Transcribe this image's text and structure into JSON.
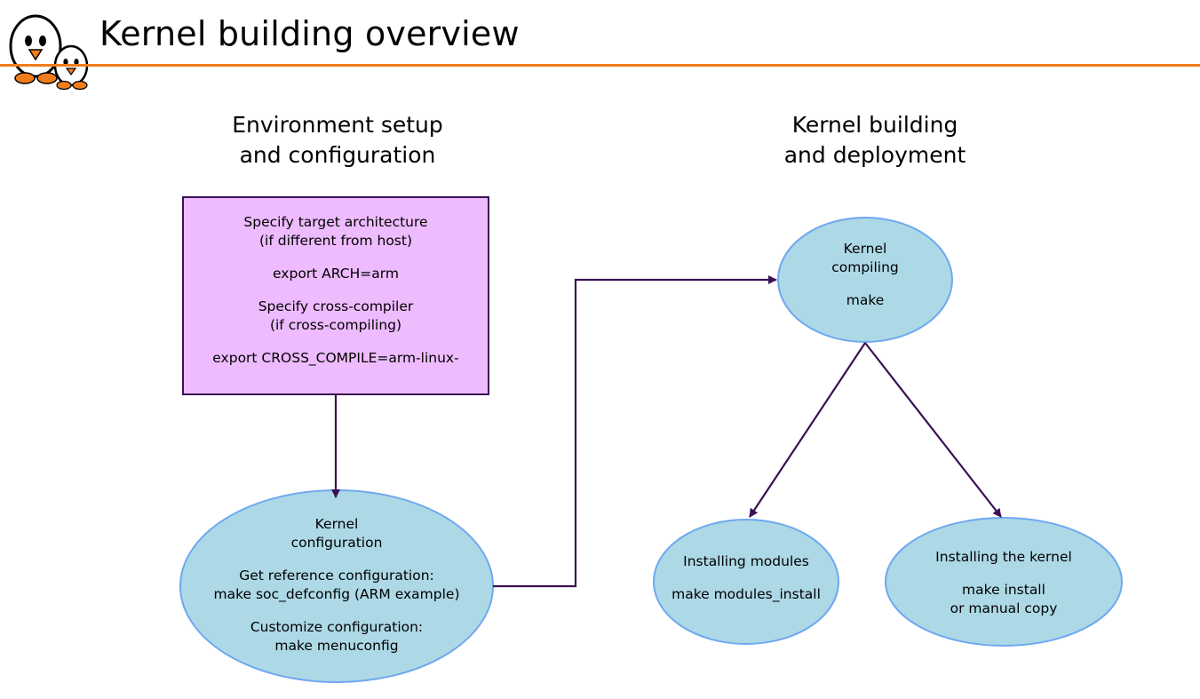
{
  "slide": {
    "title": "Kernel building overview",
    "accent_color": "#f07d1c",
    "logo_icon": "penguins-logo"
  },
  "columns": {
    "left": {
      "line1": "Environment setup",
      "line2": "and configuration"
    },
    "right": {
      "line1": "Kernel building",
      "line2": "and deployment"
    }
  },
  "nodes": {
    "env_setup": {
      "shape": "rectangle",
      "fill": "#eebbff",
      "stroke": "#3b1055",
      "line1": "Specify target architecture",
      "line2": "(if different from host)",
      "line3": "export ARCH=arm",
      "line4": "Specify cross-compiler",
      "line5": "(if cross-compiling)",
      "line6": "export CROSS_COMPILE=arm-linux-"
    },
    "kernel_config": {
      "shape": "ellipse",
      "line1": "Kernel",
      "line2": "configuration",
      "line3": "Get reference configuration:",
      "line4": "make soc_defconfig (ARM example)",
      "line5": "Customize configuration:",
      "line6": "make menuconfig"
    },
    "kernel_compiling": {
      "shape": "ellipse",
      "line1": "Kernel",
      "line2": "compiling",
      "line3": "make"
    },
    "installing_modules": {
      "shape": "ellipse",
      "line1": "Installing modules",
      "line2": "make modules_install"
    },
    "installing_kernel": {
      "shape": "ellipse",
      "line1": "Installing the kernel",
      "line2": "make install",
      "line3": "or manual copy"
    }
  },
  "edges": [
    {
      "from": "env_setup",
      "to": "kernel_config"
    },
    {
      "from": "kernel_config",
      "to": "kernel_compiling"
    },
    {
      "from": "kernel_compiling",
      "to": "installing_modules"
    },
    {
      "from": "kernel_compiling",
      "to": "installing_kernel"
    }
  ],
  "colors": {
    "ellipse_fill": "#add8e6",
    "ellipse_stroke": "#6fa8f0",
    "arrow": "#3b1055"
  }
}
